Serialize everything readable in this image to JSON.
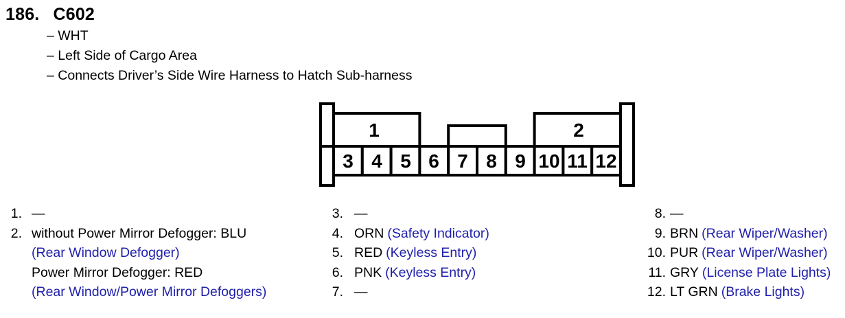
{
  "colors": {
    "ink": "#000000",
    "annotation_blue": "#2020ac"
  },
  "header": {
    "index": "186.",
    "code": "C602",
    "details": [
      "– WHT",
      "– Left Side of Cargo Area",
      "– Connects Driver’s Side Wire Harness to Hatch Sub-harness"
    ]
  },
  "connector": {
    "top_cells": {
      "cell1": "1",
      "cell_blank": "",
      "cell2": "2"
    },
    "bottom_cells": [
      "3",
      "4",
      "5",
      "6",
      "7",
      "8",
      "9",
      "10",
      "11",
      "12"
    ]
  },
  "pins": {
    "col1": {
      "item1": {
        "num": "1.",
        "line1": "—"
      },
      "item2": {
        "num": "2.",
        "line1": "without Power Mirror Defogger: BLU",
        "line2": "(Rear Window Defogger)",
        "line3": "Power Mirror Defogger: RED",
        "line4": "(Rear Window/Power Mirror Defoggers)"
      }
    },
    "col2": [
      {
        "num": "3.",
        "wire": "—",
        "fn": ""
      },
      {
        "num": "4.",
        "wire": "ORN",
        "fn": "(Safety Indicator)"
      },
      {
        "num": "5.",
        "wire": "RED",
        "fn": "(Keyless Entry)"
      },
      {
        "num": "6.",
        "wire": "PNK",
        "fn": "(Keyless Entry)"
      },
      {
        "num": "7.",
        "wire": "—",
        "fn": ""
      }
    ],
    "col3": [
      {
        "num": "8.",
        "wire": "—",
        "fn": ""
      },
      {
        "num": "9.",
        "wire": "BRN",
        "fn": "(Rear Wiper/Washer)"
      },
      {
        "num": "10.",
        "wire": "PUR",
        "fn": "(Rear Wiper/Washer)"
      },
      {
        "num": "11.",
        "wire": "GRY",
        "fn": "(License Plate Lights)"
      },
      {
        "num": "12.",
        "wire": "LT GRN",
        "fn": "(Brake Lights)"
      }
    ]
  }
}
